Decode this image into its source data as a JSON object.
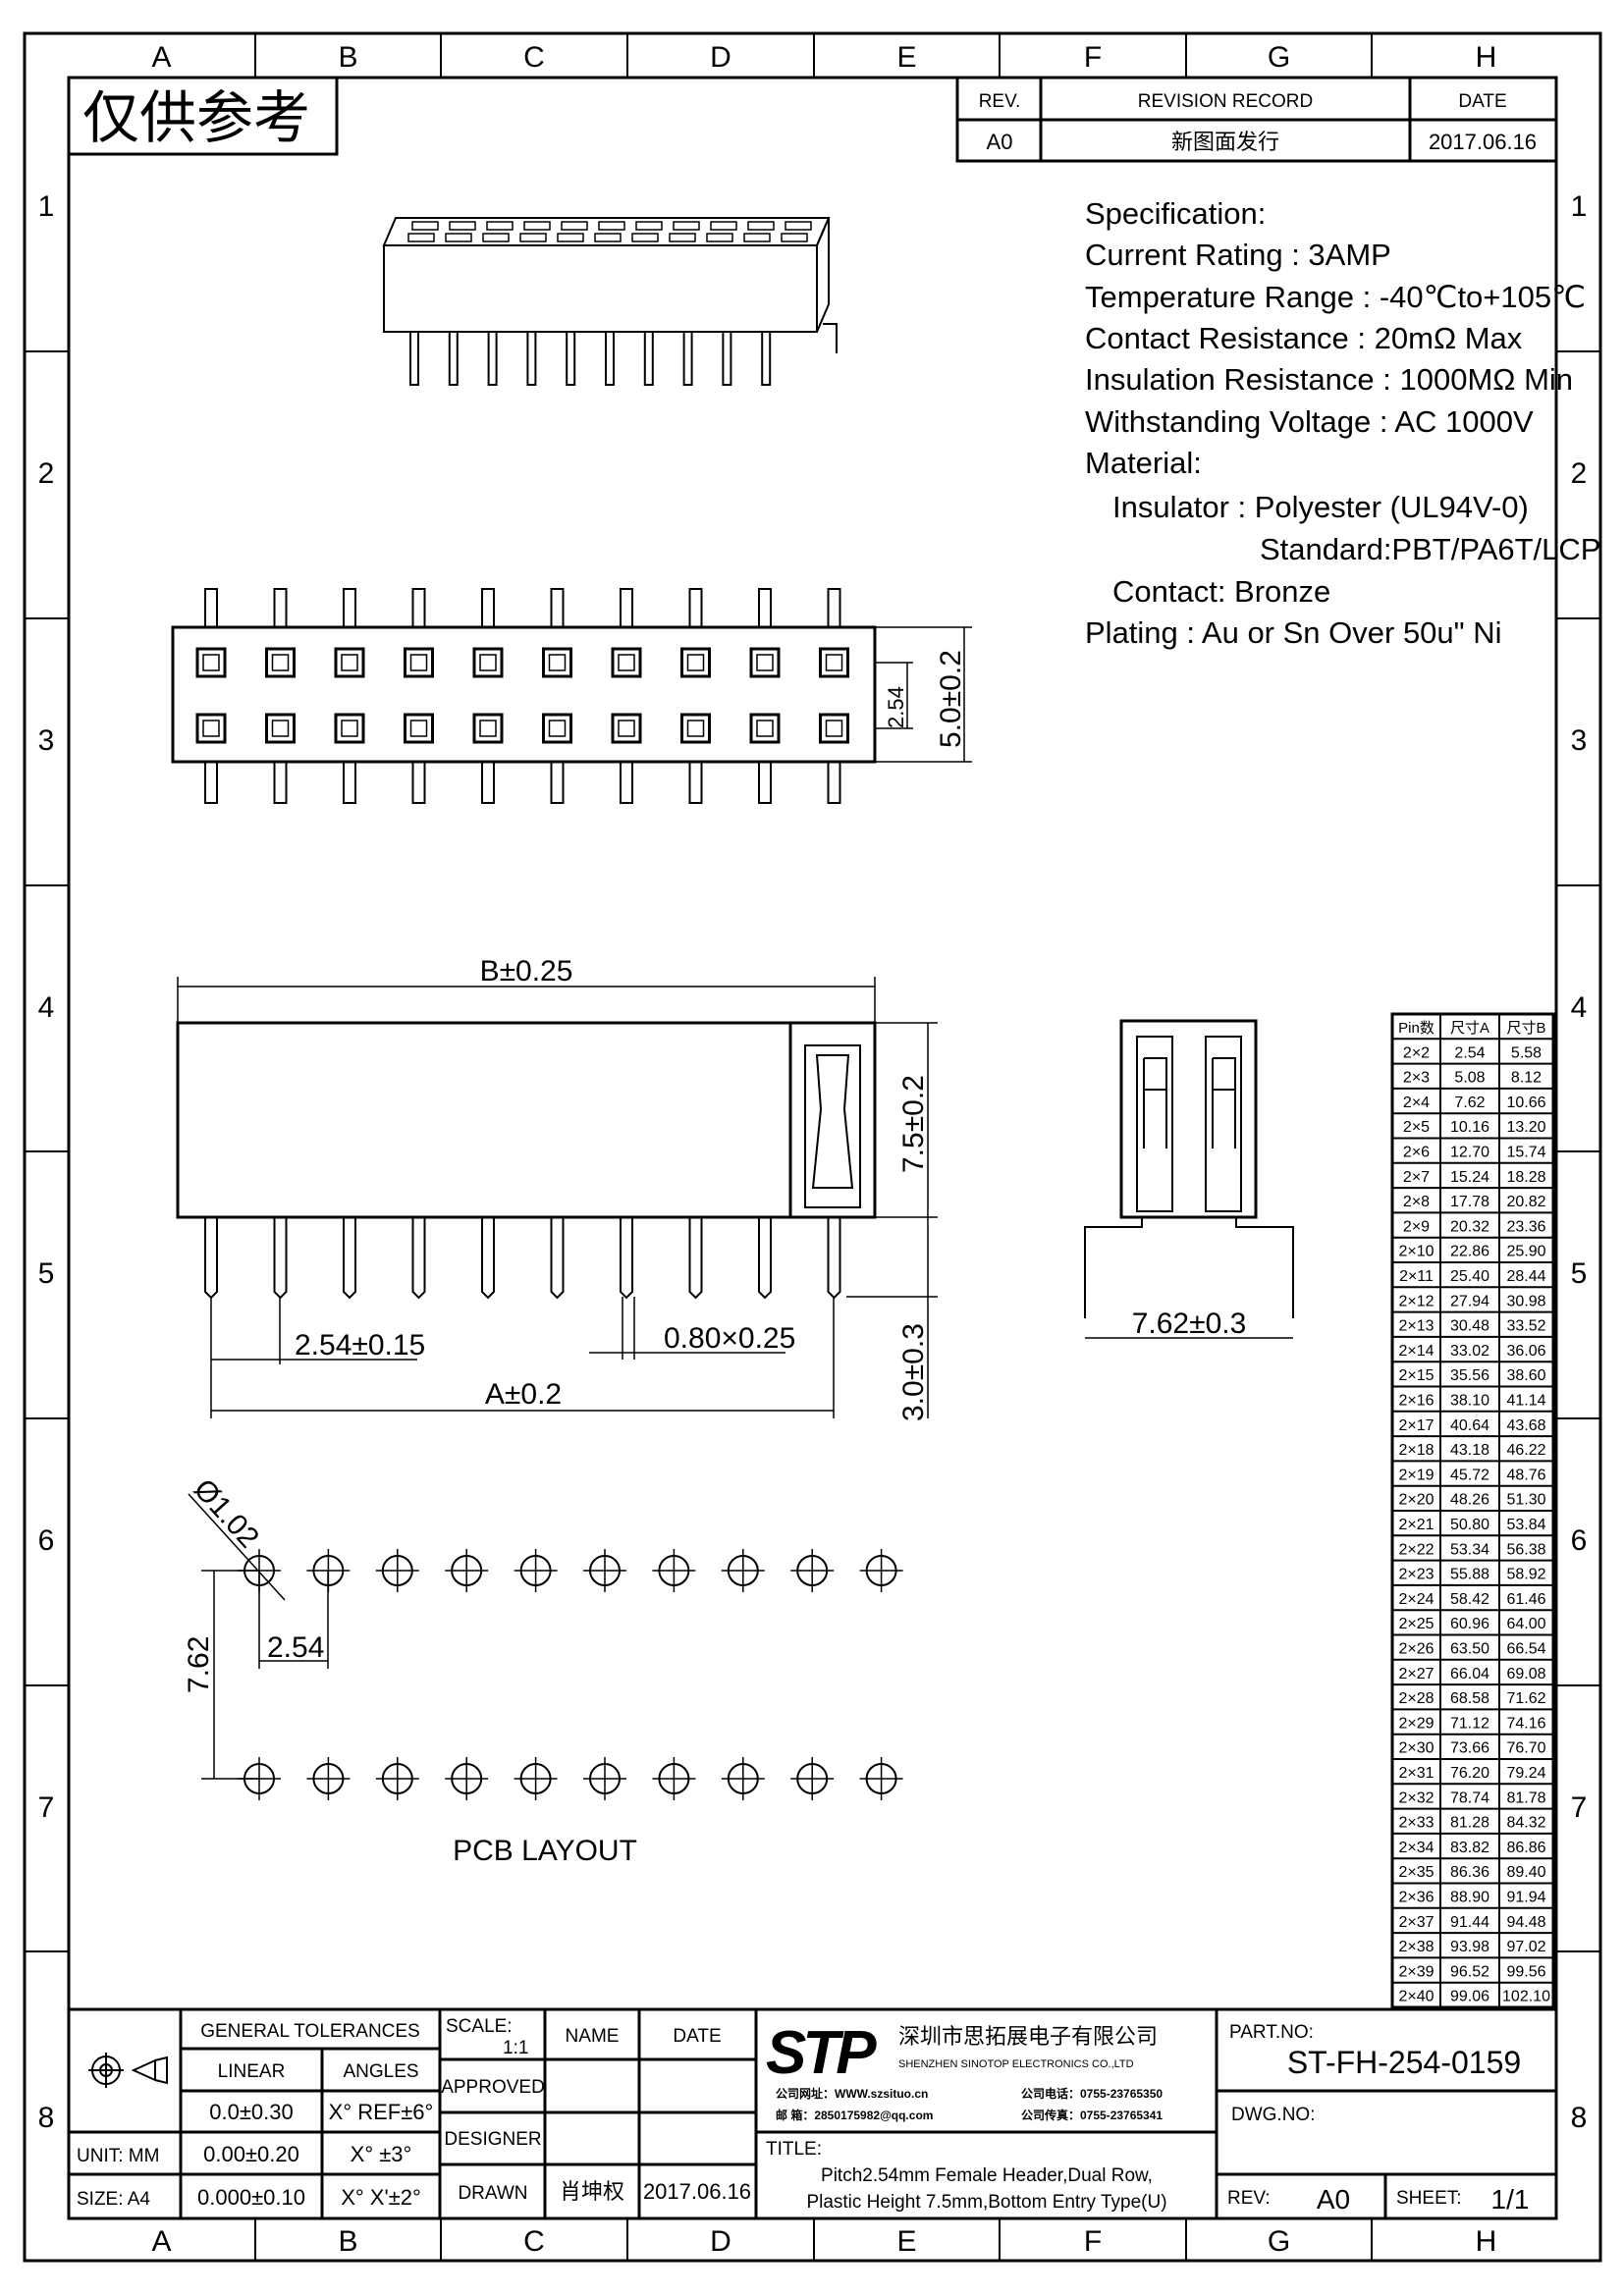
{
  "watermark": "仅供参考",
  "grid": {
    "columns": [
      "A",
      "B",
      "C",
      "D",
      "E",
      "F",
      "G",
      "H"
    ],
    "rows": [
      "1",
      "2",
      "3",
      "4",
      "5",
      "6",
      "7",
      "8"
    ]
  },
  "revision": {
    "headers": [
      "REV.",
      "REVISION RECORD",
      "DATE"
    ],
    "row": [
      "A0",
      "新图面发行",
      "2017.06.16"
    ]
  },
  "specification": {
    "lines": [
      "Specification:",
      "Current Rating : 3AMP",
      "Temperature Range : -40℃to+105℃",
      "Contact Resistance : 20mΩ Max",
      "Insulation Resistance : 1000MΩ Min",
      "Withstanding Voltage : AC 1000V",
      "Material:",
      "Insulator : Polyester (UL94V-0)",
      "Standard:PBT/PA6T/LCP",
      "Contact: Bronze",
      "Plating : Au or Sn Over 50u\" Ni"
    ]
  },
  "dimensions": {
    "top_pitch": "2.54",
    "top_width": "5.0±0.2",
    "b_length": "B±0.25",
    "height": "7.5±0.2",
    "pin_pitch": "2.54±0.15",
    "pin_size": "0.80×0.25",
    "a_length": "A±0.2",
    "tail": "3.0±0.3",
    "row_spacing": "7.62±0.3",
    "hole_dia": "Ø1.02",
    "pcb_pitch": "2.54",
    "pcb_row": "7.62",
    "pcb_title": "PCB LAYOUT"
  },
  "pin_table": {
    "headers": [
      "Pin数",
      "尺寸A",
      "尺寸B"
    ],
    "rows": [
      [
        "2×2",
        "2.54",
        "5.58"
      ],
      [
        "2×3",
        "5.08",
        "8.12"
      ],
      [
        "2×4",
        "7.62",
        "10.66"
      ],
      [
        "2×5",
        "10.16",
        "13.20"
      ],
      [
        "2×6",
        "12.70",
        "15.74"
      ],
      [
        "2×7",
        "15.24",
        "18.28"
      ],
      [
        "2×8",
        "17.78",
        "20.82"
      ],
      [
        "2×9",
        "20.32",
        "23.36"
      ],
      [
        "2×10",
        "22.86",
        "25.90"
      ],
      [
        "2×11",
        "25.40",
        "28.44"
      ],
      [
        "2×12",
        "27.94",
        "30.98"
      ],
      [
        "2×13",
        "30.48",
        "33.52"
      ],
      [
        "2×14",
        "33.02",
        "36.06"
      ],
      [
        "2×15",
        "35.56",
        "38.60"
      ],
      [
        "2×16",
        "38.10",
        "41.14"
      ],
      [
        "2×17",
        "40.64",
        "43.68"
      ],
      [
        "2×18",
        "43.18",
        "46.22"
      ],
      [
        "2×19",
        "45.72",
        "48.76"
      ],
      [
        "2×20",
        "48.26",
        "51.30"
      ],
      [
        "2×21",
        "50.80",
        "53.84"
      ],
      [
        "2×22",
        "53.34",
        "56.38"
      ],
      [
        "2×23",
        "55.88",
        "58.92"
      ],
      [
        "2×24",
        "58.42",
        "61.46"
      ],
      [
        "2×25",
        "60.96",
        "64.00"
      ],
      [
        "2×26",
        "63.50",
        "66.54"
      ],
      [
        "2×27",
        "66.04",
        "69.08"
      ],
      [
        "2×28",
        "68.58",
        "71.62"
      ],
      [
        "2×29",
        "71.12",
        "74.16"
      ],
      [
        "2×30",
        "73.66",
        "76.70"
      ],
      [
        "2×31",
        "76.20",
        "79.24"
      ],
      [
        "2×32",
        "78.74",
        "81.78"
      ],
      [
        "2×33",
        "81.28",
        "84.32"
      ],
      [
        "2×34",
        "83.82",
        "86.86"
      ],
      [
        "2×35",
        "86.36",
        "89.40"
      ],
      [
        "2×36",
        "88.90",
        "91.94"
      ],
      [
        "2×37",
        "91.44",
        "94.48"
      ],
      [
        "2×38",
        "93.98",
        "97.02"
      ],
      [
        "2×39",
        "96.52",
        "99.56"
      ],
      [
        "2×40",
        "99.06",
        "102.10"
      ]
    ]
  },
  "title_block": {
    "general_tolerances": "GENERAL TOLERANCES",
    "linear": "LINEAR",
    "angles": "ANGLES",
    "tol1": [
      "0.0±0.30",
      "X° REF±6°"
    ],
    "tol2": [
      "0.00±0.20",
      "X° ±3°"
    ],
    "tol3": [
      "0.000±0.10",
      "X° X'±2°"
    ],
    "unit": "UNIT: MM",
    "size": "SIZE: A4",
    "scale_label": "SCALE:",
    "scale_value": "1:1",
    "name": "NAME",
    "date": "DATE",
    "approved": "APPROVED",
    "designer": "DESIGNER",
    "drawn": "DRAWN",
    "drawn_name": "肖坤权",
    "drawn_date": "2017.06.16",
    "logo": "STP",
    "company_cn": "深圳市思拓展电子有限公司",
    "company_en": "SHENZHEN SINOTOP ELECTRONICS CO.,LTD",
    "web": "公司网址：WWW.szsituo.cn",
    "email": "邮    箱：2850175982@qq.com",
    "phone": "公司电话：0755-23765350",
    "fax": "公司传真：0755-23765341",
    "title_label": "TITLE:",
    "title_line1": "Pitch2.54mm Female Header,Dual Row,",
    "title_line2": "Plastic Height 7.5mm,Bottom Entry Type(U)",
    "part_no_label": "PART.NO:",
    "part_no": "ST-FH-254-0159",
    "dwg_no_label": "DWG.NO:",
    "rev_label": "REV:",
    "rev": "A0",
    "sheet_label": "SHEET:",
    "sheet": "1/1"
  },
  "colors": {
    "logo_blue": "#2b8fe3"
  }
}
